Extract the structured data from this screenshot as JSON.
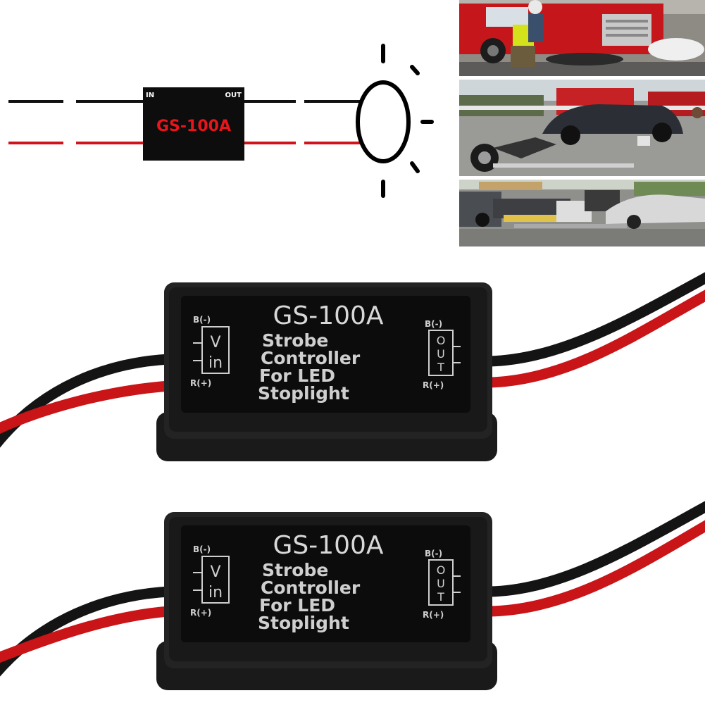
{
  "diagram": {
    "box_label": "GS-100A",
    "in_label": "IN",
    "out_label": "OUT",
    "wire_colors": {
      "black": "#111111",
      "red": "#d0141a"
    },
    "box_text_color": "#e8151b"
  },
  "photos": {
    "panels": [
      {
        "subject": "fire truck crash scene"
      },
      {
        "subject": "motorcycle and car collision"
      },
      {
        "subject": "road accident with stretcher"
      }
    ]
  },
  "modules": [
    {
      "title": "GS-100A",
      "lines": [
        "Strobe",
        "Controller",
        "For LED",
        "Stoplight"
      ],
      "left_top": "B(-)",
      "left_bottom": "R(+)",
      "vin_top": "V",
      "vin_bottom": "in",
      "right_top": "B(-)",
      "right_bottom": "R(+)",
      "out_letters": [
        "O",
        "U",
        "T"
      ]
    },
    {
      "title": "GS-100A",
      "lines": [
        "Strobe",
        "Controller",
        "For LED",
        "Stoplight"
      ],
      "left_top": "B(-)",
      "left_bottom": "R(+)",
      "vin_top": "V",
      "vin_bottom": "in",
      "right_top": "B(-)",
      "right_bottom": "R(+)",
      "out_letters": [
        "O",
        "U",
        "T"
      ]
    }
  ]
}
